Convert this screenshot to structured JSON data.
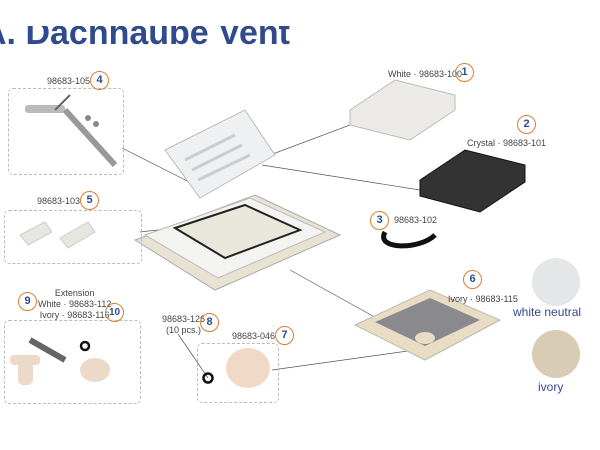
{
  "title": "A. Dachhaube Vent",
  "parts": [
    {
      "num": "1",
      "label": "White · 98683-100"
    },
    {
      "num": "2",
      "label": "Crystal · 98683-101"
    },
    {
      "num": "3",
      "label": "98683-102"
    },
    {
      "num": "4",
      "label": "98683-105"
    },
    {
      "num": "5",
      "label": "98683-103"
    },
    {
      "num": "6",
      "label": "Ivory · 98683-115"
    },
    {
      "num": "7",
      "label": "98683-046"
    },
    {
      "num": "8",
      "label": "98683-126",
      "sub": "(10 pcs.)"
    },
    {
      "num": "9",
      "label": "Extension",
      "l2": "White · 98683-112",
      "l3": "Ivory · 98683-116"
    },
    {
      "num": "10"
    }
  ],
  "swatches": [
    {
      "label": "white neutral",
      "color": "#e4e6e8"
    },
    {
      "label": "ivory",
      "color": "#d9ccb4"
    }
  ]
}
